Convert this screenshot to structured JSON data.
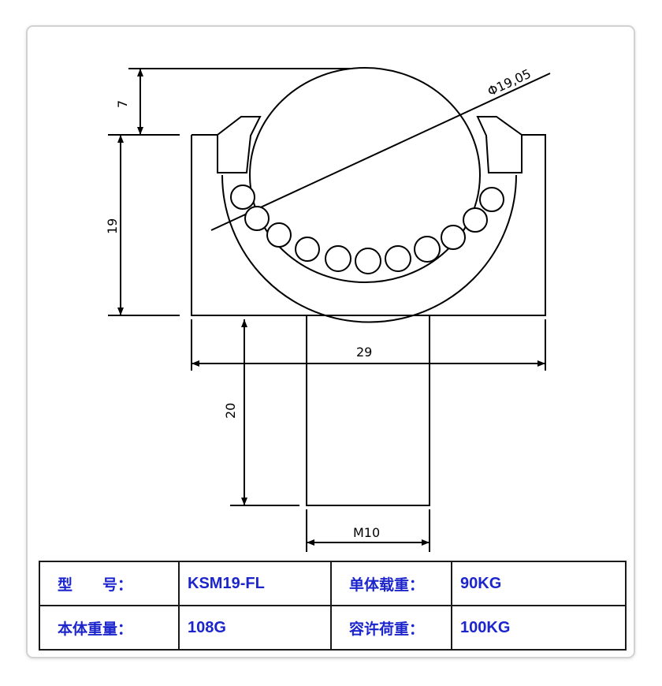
{
  "dimensions": {
    "ball_diameter": "Φ19,05",
    "top_offset": "7",
    "body_height": "19",
    "body_width": "29",
    "stem_length": "20",
    "thread": "M10"
  },
  "specs": [
    {
      "label": "型　　号：",
      "value": "KSM19-FL",
      "label2": "单体载重：",
      "value2": "90KG"
    },
    {
      "label": "本体重量：",
      "value": "108G",
      "label2": "容许荷重：",
      "value2": "100KG"
    }
  ],
  "colors": {
    "text": "#1c25cc",
    "line": "#000000",
    "border": "#d2d2d2"
  }
}
